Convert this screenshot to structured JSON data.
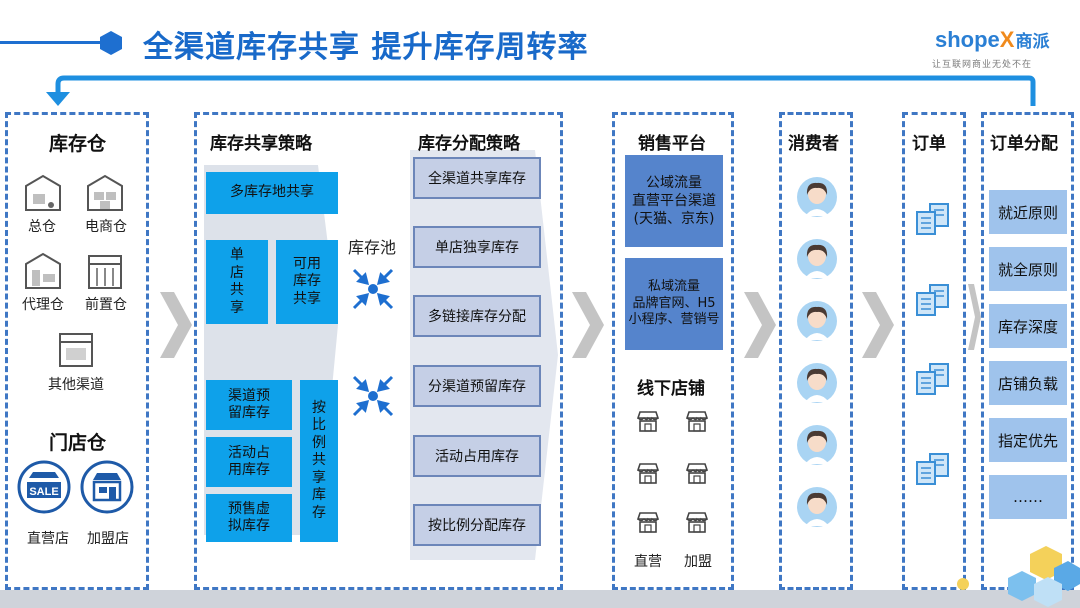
{
  "header": {
    "title": "全渠道库存共享 提升库存周转率",
    "logo_en_a": "shope",
    "logo_en_x": "X",
    "logo_cn": "商派",
    "logo_tagline": "让互联网商业无处不在"
  },
  "warehouse": {
    "heading": "库存仓",
    "items": [
      "总仓",
      "电商仓",
      "代理仓",
      "前置仓",
      "其他渠道"
    ]
  },
  "stores": {
    "heading": "门店仓",
    "items": [
      "直营店",
      "加盟店"
    ],
    "sale_text": "SALE"
  },
  "share_strategy": {
    "heading": "库存共享策略",
    "boxes": [
      "多库存地共享",
      "单店共享",
      "可用库存共享",
      "渠道预留库存",
      "活动占用库存",
      "预售虚拟库存",
      "按比例共享库存"
    ],
    "box_lines": {
      "single": [
        "单",
        "店",
        "共",
        "享"
      ],
      "avail": [
        "可用",
        "库存",
        "共享"
      ],
      "channel": [
        "渠道预",
        "留库存"
      ],
      "activity": [
        "活动占",
        "用库存"
      ],
      "presale": [
        "预售虚",
        "拟库存"
      ],
      "ratio": [
        "按",
        "比",
        "例",
        "共",
        "享",
        "库",
        "存"
      ]
    }
  },
  "pool": {
    "label": "库存池"
  },
  "alloc_strategy": {
    "heading": "库存分配策略",
    "items": [
      "全渠道共享库存",
      "单店独享库存",
      "多链接库存分配",
      "分渠道预留库存",
      "活动占用库存",
      "按比例分配库存"
    ]
  },
  "sales": {
    "heading": "销售平台",
    "public": [
      "公域流量",
      "直营平台渠道",
      "(天猫、京东)"
    ],
    "private": [
      "私域流量",
      "品牌官网、H5",
      "小程序、营销号"
    ],
    "offline_heading": "线下店铺",
    "offline_labels": [
      "直营",
      "加盟"
    ]
  },
  "consumer": {
    "heading": "消费者",
    "count": 6
  },
  "orders": {
    "heading": "订单",
    "count": 4
  },
  "dispatch": {
    "heading": "订单分配",
    "items": [
      "就近原则",
      "就全原则",
      "库存深度",
      "店铺负载",
      "指定优先",
      "……"
    ]
  },
  "colors": {
    "title_blue": "#1869c9",
    "dash_blue": "#3f77c4",
    "cyan_box": "#0ea1ea",
    "platform_box": "#5584cc",
    "dispatch_box": "#9fc3ec"
  }
}
